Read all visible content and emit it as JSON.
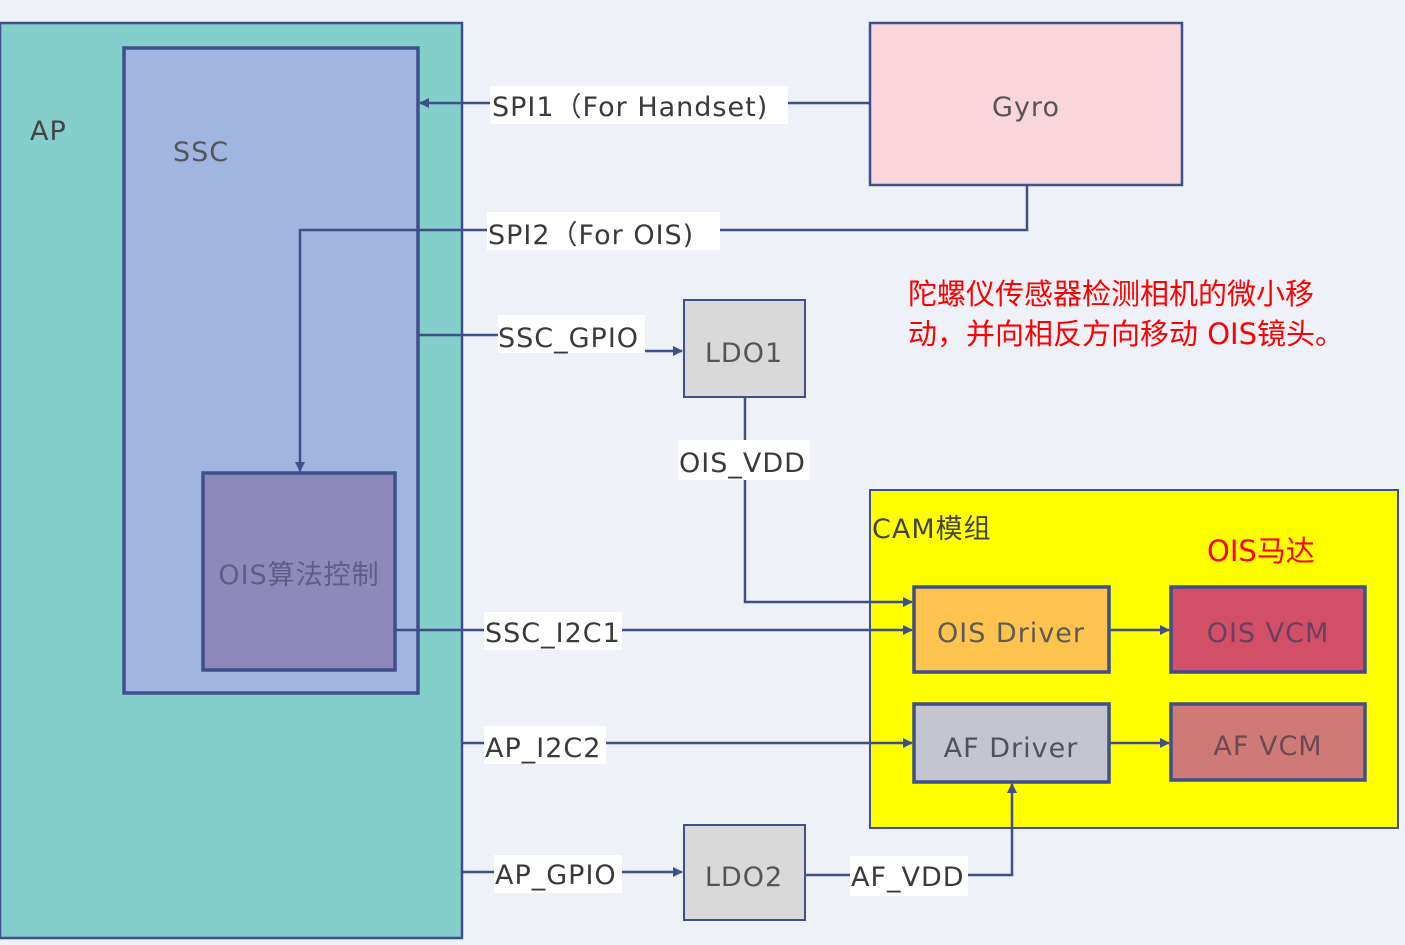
{
  "blocks": {
    "ap": {
      "label": "AP",
      "color": "#84cfcb"
    },
    "ssc": {
      "label": "SSC",
      "color": "#a0b6e0"
    },
    "ois_algo": {
      "label": "OIS算法控制",
      "color": "#8e88bb"
    },
    "gyro": {
      "label": "Gyro",
      "color": "#f9d5dc"
    },
    "ldo1": {
      "label": "LDO1",
      "color": "#d9d9d9"
    },
    "ldo2": {
      "label": "LDO2",
      "color": "#d9d9d9"
    },
    "cam_module": {
      "label": "CAM模组",
      "color": "#ffff00"
    },
    "ois_driver": {
      "label": "OIS Driver",
      "color": "#fec34e"
    },
    "ois_vcm": {
      "label": "OIS VCM",
      "color": "#d24f68"
    },
    "af_driver": {
      "label": "AF Driver",
      "color": "#c5c5d0"
    },
    "af_vcm": {
      "label": "AF VCM",
      "color": "#d07a78"
    }
  },
  "signals": {
    "spi1": "SPI1（For Handset)",
    "spi2": "SPI2（For OIS)",
    "ssc_gpio": "SSC_GPIO",
    "ois_vdd": "OIS_VDD",
    "ssc_i2c1": "SSC_I2C1",
    "ap_i2c2": "AP_I2C2",
    "ap_gpio": "AP_GPIO",
    "af_vdd": "AF_VDD"
  },
  "annotations": {
    "ois_motor": "OIS马达",
    "note_line1": "陀螺仪传感器检测相机的微小移",
    "note_line2": "动，并向相反方向移动 OIS镜头。",
    "note_color": "#ff0000"
  },
  "line_color": "#3f4f8a"
}
